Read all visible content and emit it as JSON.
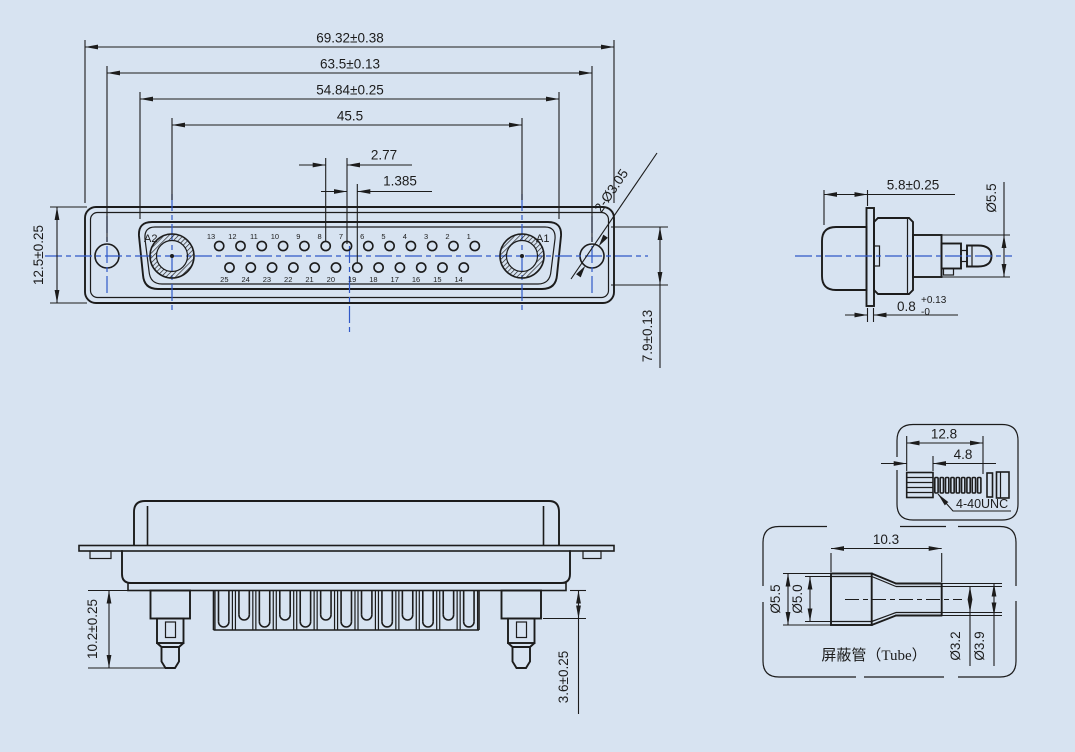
{
  "drawing": {
    "background_color": "#d7e3f1",
    "line_color": "#1c1c1c",
    "centerline_color": "#3059c8",
    "face_view": {
      "dim_overall_width": "69.32±0.38",
      "dim_hole_spacing": "63.5±0.13",
      "dim_insert_width": "54.84±0.25",
      "dim_coax_spacing": "45.5",
      "dim_pin_pitch": "2.77",
      "dim_row_offset": "1.385",
      "dim_flange_height": "12.5±0.25",
      "dim_insert_height": "7.9±0.13",
      "hole_callout": "2-Ø3.05",
      "coax_labels": [
        "A2",
        "A1"
      ],
      "top_row_pins": [
        "13",
        "12",
        "11",
        "10",
        "9",
        "8",
        "7",
        "6",
        "5",
        "4",
        "3",
        "2",
        "1"
      ],
      "bottom_row_pins": [
        "25",
        "24",
        "23",
        "22",
        "21",
        "20",
        "19",
        "18",
        "17",
        "16",
        "15",
        "14"
      ]
    },
    "coax_side_view": {
      "dim_depth": "5.8±0.25",
      "dim_diameter": "Ø5.5",
      "dim_flange_thickness": {
        "value": "0.8",
        "tol_plus": "+0.13",
        "tol_minus": "-0"
      }
    },
    "screw_detail": {
      "dim_length": "12.8",
      "dim_head_length": "4.8",
      "thread_callout": "4-40UNC"
    },
    "tube_detail": {
      "dim_length": "10.3",
      "dim_outer_large": "Ø5.5",
      "dim_bore_large": "Ø5.0",
      "dim_bore_small": "Ø3.2",
      "dim_outer_small": "Ø3.9",
      "label": "屏蔽管（Tube）"
    },
    "connector_side_view": {
      "dim_contact_length": "10.2±0.25",
      "dim_contact_step": "3.6±0.25"
    }
  }
}
